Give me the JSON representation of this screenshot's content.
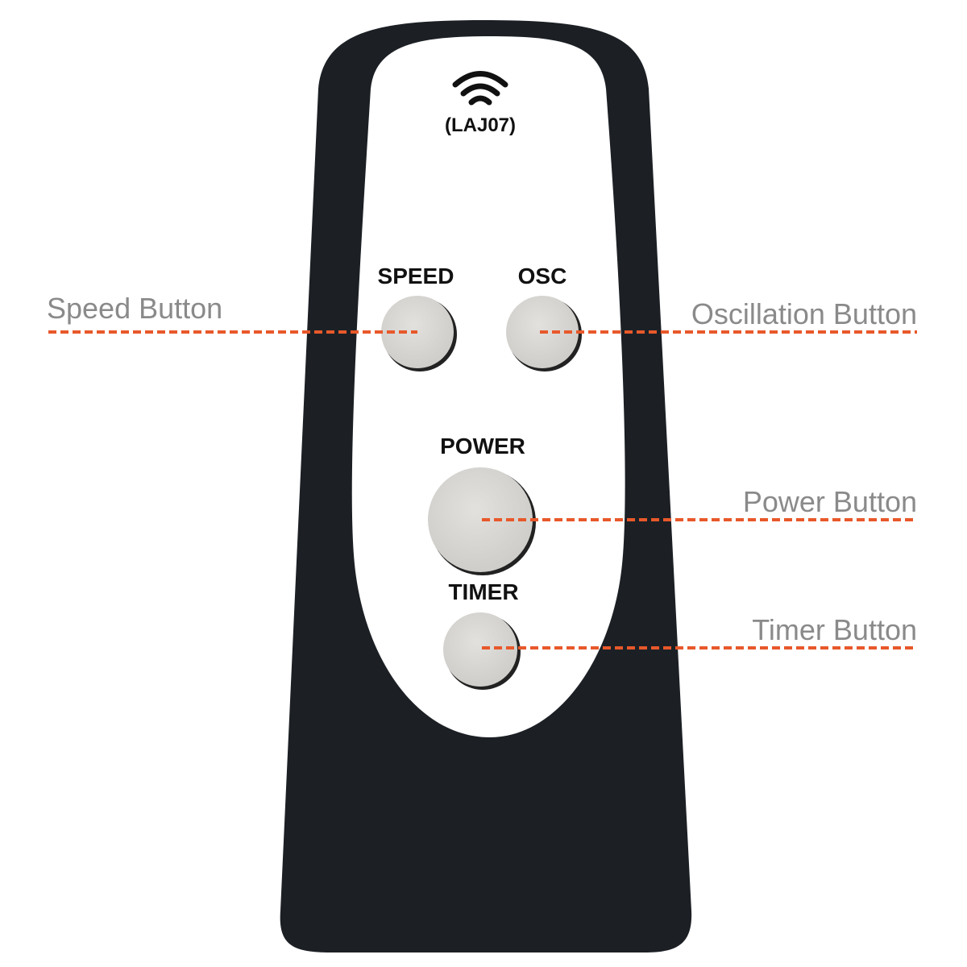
{
  "remote": {
    "model": "(LAJ07)",
    "signal_icon": "wireless-signal-icon",
    "buttons": {
      "speed": "SPEED",
      "osc": "OSC",
      "power": "POWER",
      "timer": "TIMER"
    }
  },
  "callouts": {
    "speed": "Speed Button",
    "oscillation": "Oscillation Button",
    "power": "Power Button",
    "timer": "Timer Button"
  },
  "colors": {
    "body": "#1c2025",
    "face": "#ffffff",
    "button": "#d6d5d2",
    "callout_line": "#e8582a",
    "callout_text": "#8a8a8a"
  }
}
